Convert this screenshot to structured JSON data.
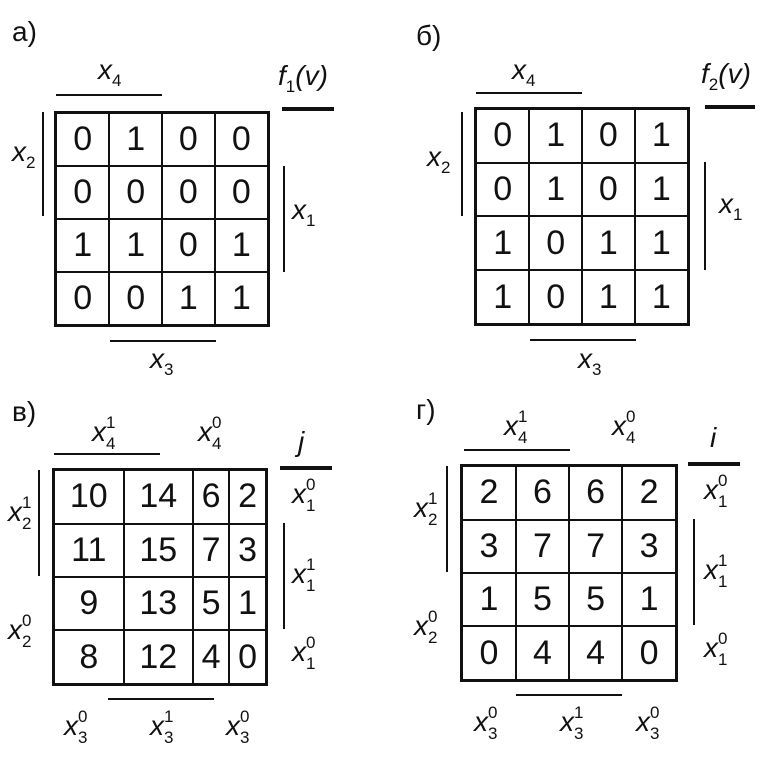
{
  "panels": {
    "a": {
      "tag": "а)",
      "top": "x",
      "top_sub": "4",
      "bottom": "x",
      "bottom_sub": "3",
      "left": "x",
      "left_sub": "2",
      "right": "x",
      "right_sub": "1",
      "func": "f",
      "func_sub": "1",
      "func_arg": "(v)",
      "cells": [
        [
          "0",
          "1",
          "0",
          "0"
        ],
        [
          "0",
          "0",
          "0",
          "0"
        ],
        [
          "1",
          "1",
          "0",
          "1"
        ],
        [
          "0",
          "0",
          "1",
          "1"
        ]
      ]
    },
    "b": {
      "tag": "б)",
      "top": "x",
      "top_sub": "4",
      "bottom": "x",
      "bottom_sub": "3",
      "left": "x",
      "left_sub": "2",
      "right": "x",
      "right_sub": "1",
      "func": "f",
      "func_sub": "2",
      "func_arg": "(v)",
      "cells": [
        [
          "0",
          "1",
          "0",
          "1"
        ],
        [
          "0",
          "1",
          "0",
          "1"
        ],
        [
          "1",
          "0",
          "1",
          "1"
        ],
        [
          "1",
          "0",
          "1",
          "1"
        ]
      ]
    },
    "c": {
      "tag": "в)",
      "corner": "j",
      "cells": [
        [
          "10",
          "14",
          "6",
          "2"
        ],
        [
          "11",
          "15",
          "7",
          "3"
        ],
        [
          "9",
          "13",
          "5",
          "1"
        ],
        [
          "8",
          "12",
          "4",
          "0"
        ]
      ]
    },
    "d": {
      "tag": "г)",
      "corner": "i",
      "cells": [
        [
          "2",
          "6",
          "6",
          "2"
        ],
        [
          "3",
          "7",
          "7",
          "3"
        ],
        [
          "1",
          "5",
          "5",
          "1"
        ],
        [
          "0",
          "4",
          "4",
          "0"
        ]
      ]
    }
  },
  "var": {
    "x": "x",
    "x4_1": "4",
    "x4_1s": "1",
    "x4_0": "4",
    "x4_0s": "0",
    "x2_1": "2",
    "x2_1s": "1",
    "x2_0": "2",
    "x2_0s": "0",
    "x1_0": "1",
    "x1_0s": "0",
    "x1_1": "1",
    "x1_1s": "1",
    "x3_0": "3",
    "x3_0s": "0",
    "x3_1": "3",
    "x3_1s": "1"
  }
}
